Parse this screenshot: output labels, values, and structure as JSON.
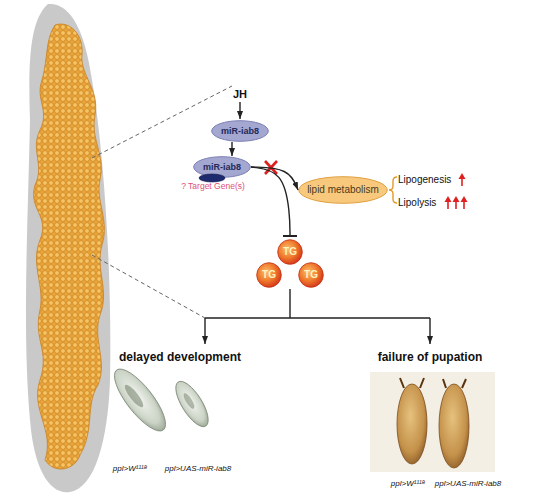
{
  "diagram": {
    "nodes": [
      {
        "text": [
          "miR-iab8"
        ]
      },
      {
        "text": [
          "miR-iab8"
        ]
      },
      {
        "text": [
          "? Target Gene(s)"
        ]
      },
      {
        "text": [
          "lipid metabolism"
        ]
      },
      {
        "text": [
          "TG"
        ]
      },
      {
        "text": [
          "TG"
        ]
      },
      {
        "text": [
          "TG"
        ]
      }
    ],
    "edges": [
      {
        "from": 0,
        "to": 1,
        "arrow": "to"
      },
      {
        "from": 1,
        "to": 3,
        "arrow": "to"
      },
      {
        "from": 1,
        "to": 4,
        "arrow": "to"
      }
    ],
    "labels": [
      "JH",
      "Lipogenesis",
      "Lipolysis",
      "delayed development",
      "failure of pupation",
      "ppl>W¹¹¹⁸",
      "ppl>UAS-miR-iab8",
      "ppl>W¹¹¹⁸",
      "ppl>UAS-miR-iab8"
    ]
  }
}
